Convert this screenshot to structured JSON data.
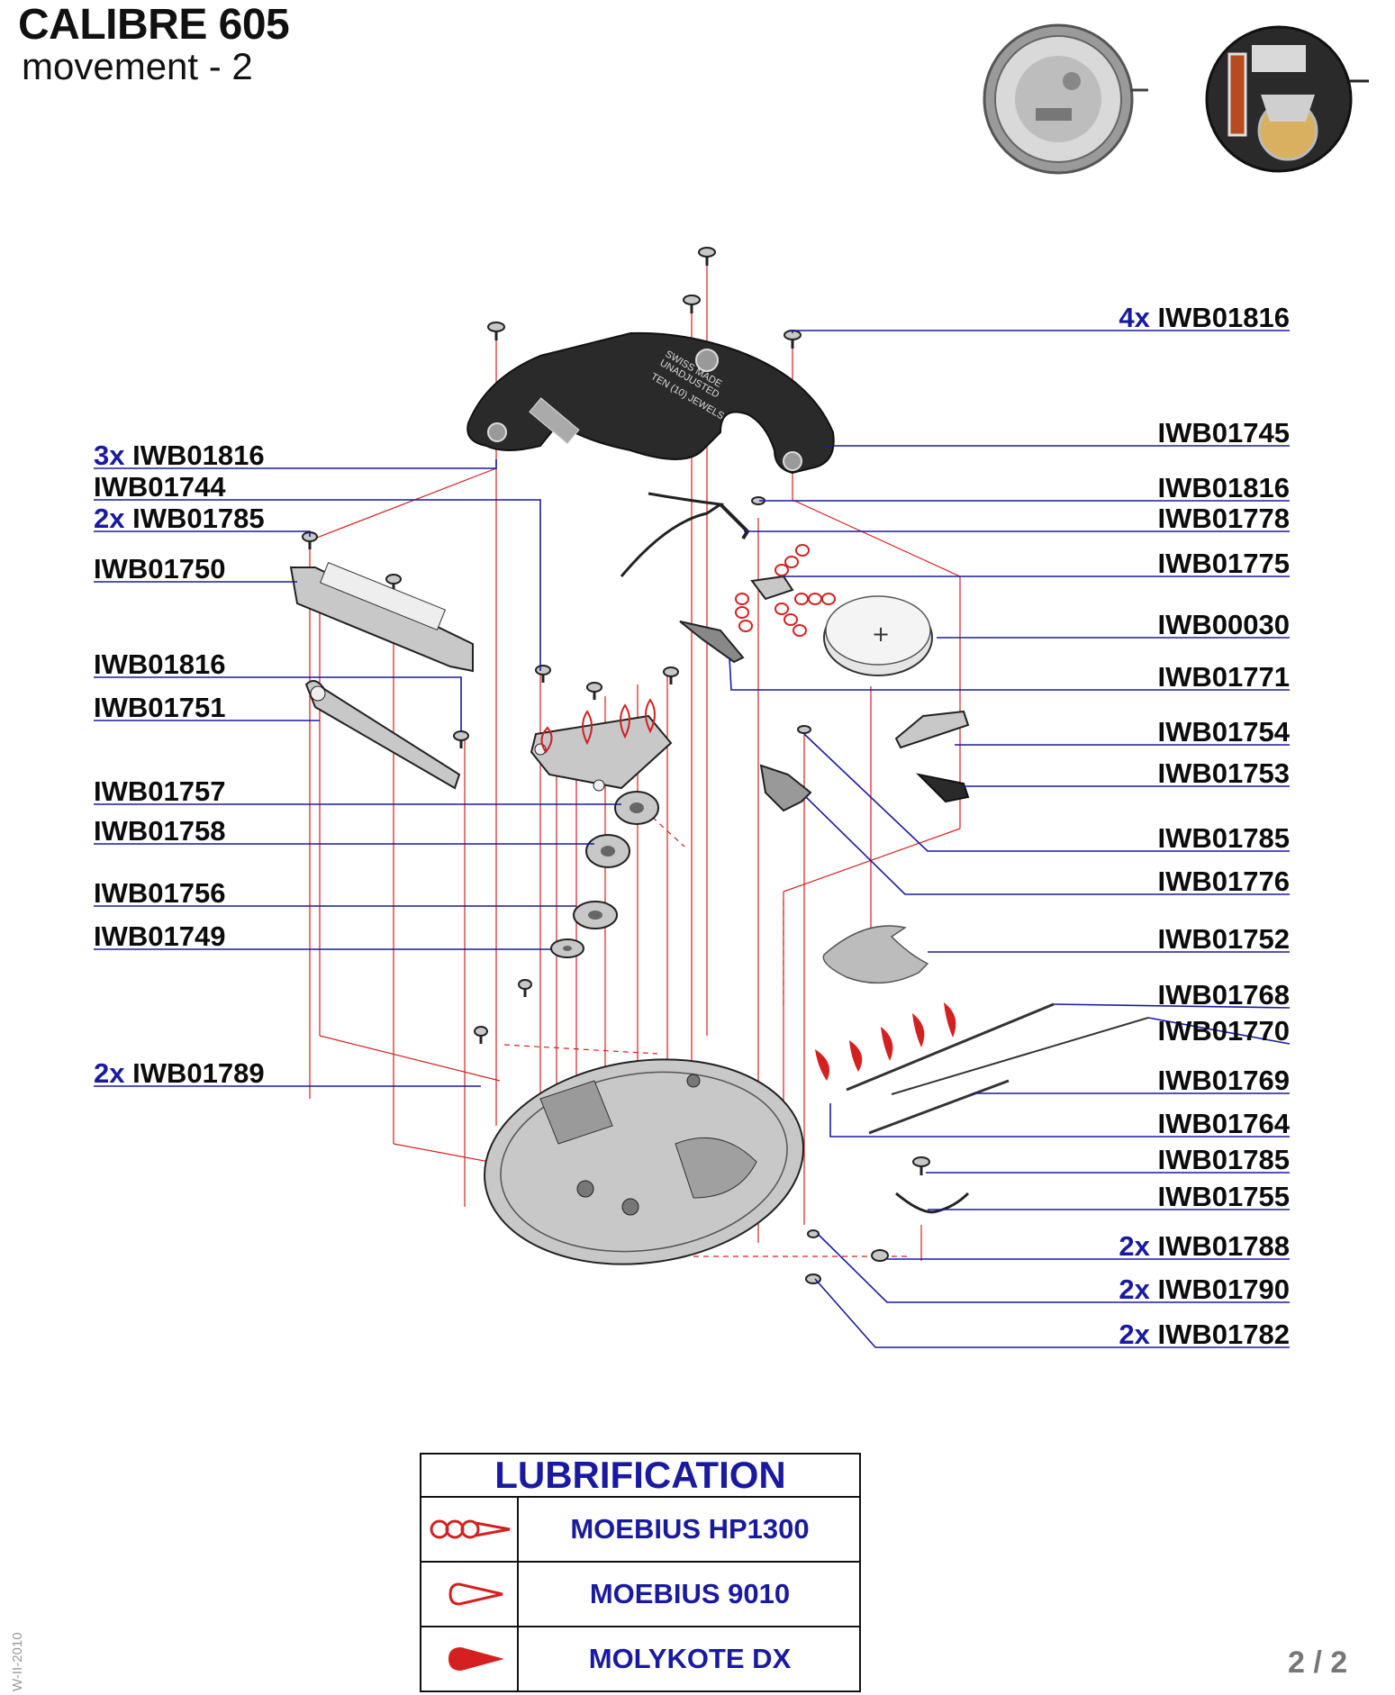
{
  "header": {
    "title": "CALIBRE 605",
    "subtitle": "movement - 2"
  },
  "parts_right": [
    {
      "qty": "4x",
      "ref": "IWB01816"
    },
    {
      "qty": "",
      "ref": "IWB01745"
    },
    {
      "qty": "",
      "ref": "IWB01816"
    },
    {
      "qty": "",
      "ref": "IWB01778"
    },
    {
      "qty": "",
      "ref": "IWB01775"
    },
    {
      "qty": "",
      "ref": "IWB00030"
    },
    {
      "qty": "",
      "ref": "IWB01771"
    },
    {
      "qty": "",
      "ref": "IWB01754"
    },
    {
      "qty": "",
      "ref": "IWB01753"
    },
    {
      "qty": "",
      "ref": "IWB01785"
    },
    {
      "qty": "",
      "ref": "IWB01776"
    },
    {
      "qty": "",
      "ref": "IWB01752"
    },
    {
      "qty": "",
      "ref": "IWB01768"
    },
    {
      "qty": "",
      "ref": "IWB01770"
    },
    {
      "qty": "",
      "ref": "IWB01769"
    },
    {
      "qty": "",
      "ref": "IWB01764"
    },
    {
      "qty": "",
      "ref": "IWB01785"
    },
    {
      "qty": "",
      "ref": "IWB01755"
    },
    {
      "qty": "2x",
      "ref": "IWB01788"
    },
    {
      "qty": "2x",
      "ref": "IWB01790"
    },
    {
      "qty": "2x",
      "ref": "IWB01782"
    }
  ],
  "parts_left": [
    {
      "qty": "3x",
      "ref": "IWB01816"
    },
    {
      "qty": "",
      "ref": "IWB01744"
    },
    {
      "qty": "2x",
      "ref": "IWB01785"
    },
    {
      "qty": "",
      "ref": "IWB01750"
    },
    {
      "qty": "",
      "ref": "IWB01816"
    },
    {
      "qty": "",
      "ref": "IWB01751"
    },
    {
      "qty": "",
      "ref": "IWB01757"
    },
    {
      "qty": "",
      "ref": "IWB01758"
    },
    {
      "qty": "",
      "ref": "IWB01756"
    },
    {
      "qty": "",
      "ref": "IWB01749"
    },
    {
      "qty": "2x",
      "ref": "IWB01789"
    }
  ],
  "bridge_engraving": {
    "line1": "SWISS MADE",
    "line2": "UNADJUSTED",
    "line3": "TEN (10) JEWELS"
  },
  "lubrication": {
    "title": "LUBRIFICATION",
    "rows": [
      {
        "name": "MOEBIUS HP1300",
        "symbol": "triple-drop-outline-icon"
      },
      {
        "name": "MOEBIUS 9010",
        "symbol": "single-drop-outline-icon"
      },
      {
        "name": "MOLYKOTE DX",
        "symbol": "filled-drop-icon"
      }
    ]
  },
  "side_note": "W-II-2010",
  "page": "2 / 2",
  "colors": {
    "label_blue": "#1a1aa0",
    "lube_red": "#d42020",
    "text": "#0c0c0c"
  }
}
